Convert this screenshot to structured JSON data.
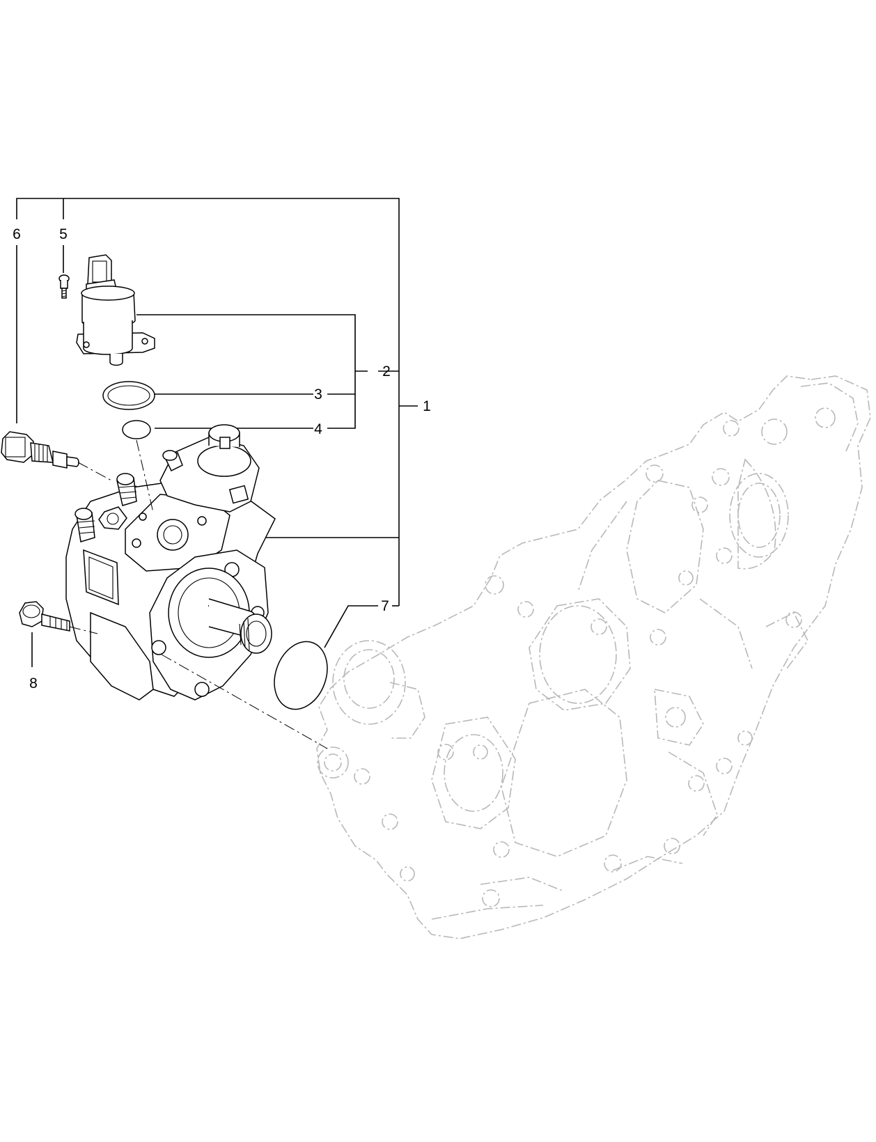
{
  "callouts": {
    "c1": "1",
    "c2": "2",
    "c3": "3",
    "c4": "4",
    "c5": "5",
    "c6": "6",
    "c7": "7",
    "c8": "8"
  },
  "colors": {
    "line": "#000000",
    "ghost_outline": "#b8b8b8",
    "background": "#ffffff"
  }
}
